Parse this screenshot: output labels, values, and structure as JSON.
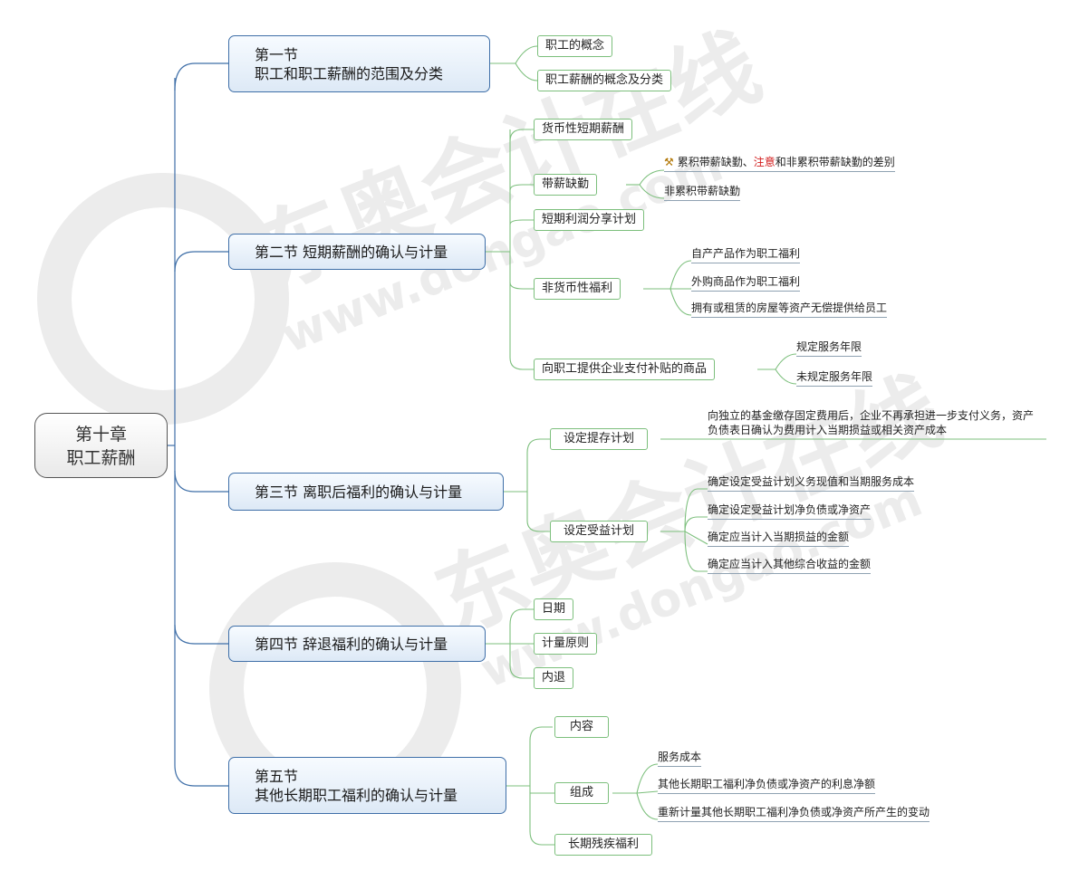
{
  "root": {
    "line1": "第十章",
    "line2": "职工薪酬"
  },
  "sections": {
    "s1": {
      "line1": "第一节",
      "line2": "职工和职工薪酬的范围及分类"
    },
    "s2": {
      "label": "第二节 短期薪酬的确认与计量"
    },
    "s3": {
      "label": "第三节 离职后福利的确认与计量"
    },
    "s4": {
      "label": "第四节 辞退福利的确认与计量"
    },
    "s5": {
      "line1": "第五节",
      "line2": "其他长期职工福利的确认与计量"
    }
  },
  "s1_items": {
    "a": "职工的概念",
    "b": "职工薪酬的概念及分类"
  },
  "s2_items": {
    "a": "货币性短期薪酬",
    "b": "带薪缺勤",
    "c": "短期利润分享计划",
    "d": "非货币性福利",
    "e": "向职工提供企业支付补贴的商品"
  },
  "s2_leaves": {
    "b1_pre": "累积带薪缺勤、",
    "b1_hl": "注意",
    "b1_post": "和非累积带薪缺勤的差别",
    "b2": "非累积带薪缺勤",
    "d1": "自产产品作为职工福利",
    "d2": "外购商品作为职工福利",
    "d3": "拥有或租赁的房屋等资产无偿提供给员工",
    "e1": "规定服务年限",
    "e2": "未规定服务年限"
  },
  "s3_items": {
    "a": "设定提存计划",
    "b": "设定受益计划"
  },
  "s3_leaves": {
    "a1": "向独立的基金缴存固定费用后，企业不再承担进一步支付义务，资产负债表日确认为费用计入当期损益或相关资产成本",
    "b1": "确定设定受益计划义务现值和当期服务成本",
    "b2": "确定设定受益计划净负债或净资产",
    "b3": "确定应当计入当期损益的金额",
    "b4": "确定应当计入其他综合收益的金额"
  },
  "s4_items": {
    "a": "日期",
    "b": "计量原则",
    "c": "内退"
  },
  "s5_items": {
    "a": "内容",
    "b": "组成",
    "c": "长期残疾福利"
  },
  "s5_leaves": {
    "b1": "服务成本",
    "b2": "其他长期职工福利净负债或净资产的利息净额",
    "b3": "重新计量其他长期职工福利净负债或净资产所产生的变动"
  },
  "watermark": {
    "brand": "东奥会计在线",
    "url": "www.dongao.com"
  },
  "colors": {
    "trunk": "#3f6fa8",
    "branch": "#7cbf7c",
    "section_border": "#3f6fa8",
    "highlight": "#d21d1d"
  },
  "icons": {
    "note": "gavel-icon"
  }
}
